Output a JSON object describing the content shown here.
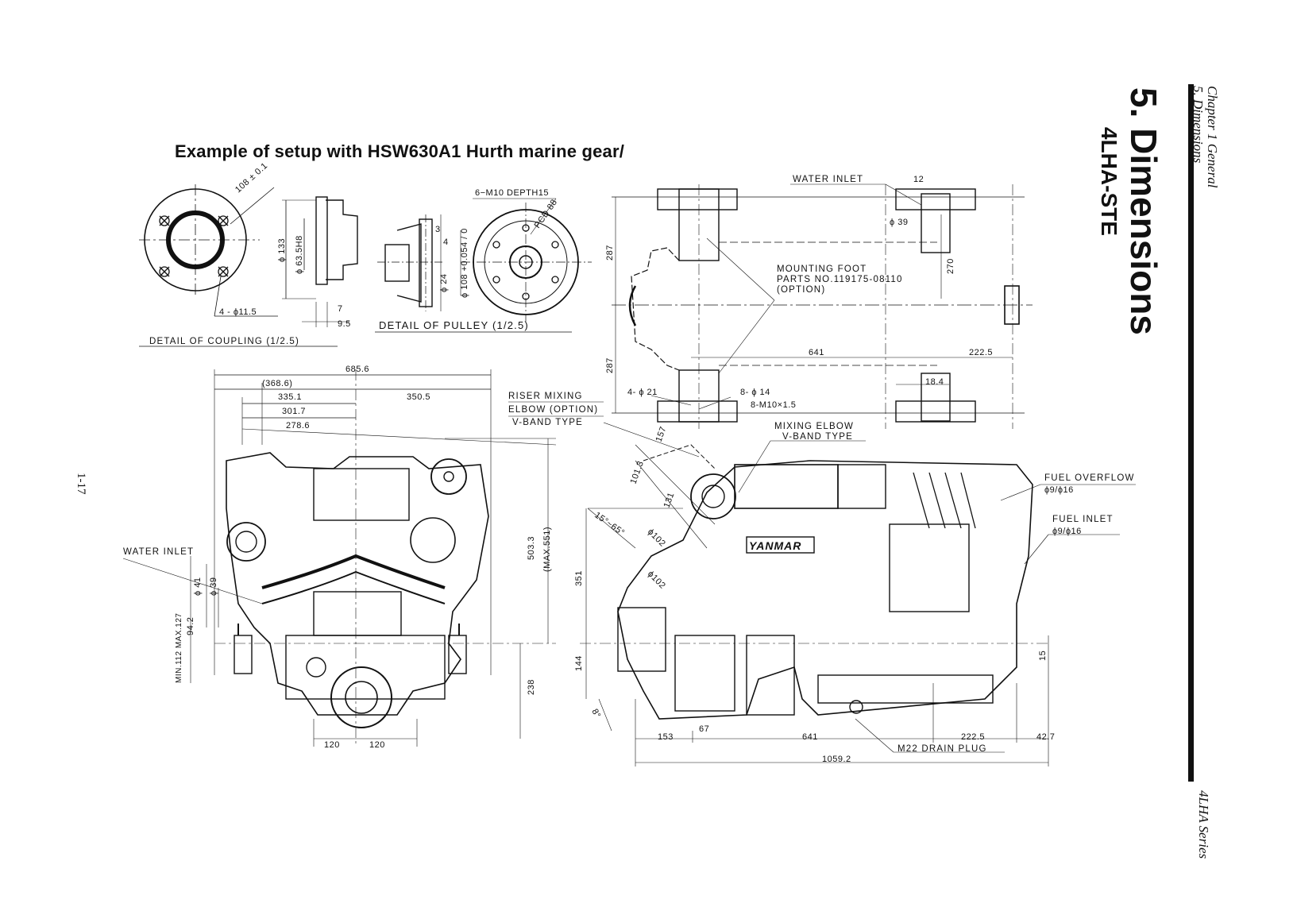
{
  "page": {
    "title": "Example of setup with HSW630A1 Hurth marine gear/",
    "section_title": "5. Dimensions",
    "model": "4LHA-STE",
    "chapter": "Chapter 1 General",
    "subsection": "5. Dimensions",
    "series": "4LHA Series",
    "page_number": "1-17"
  },
  "coupling_detail": {
    "caption": "DETAIL OF COUPLING (1/2.5)",
    "bolt_circle": "108 ± 0.1",
    "holes": "4 - ϕ11.5",
    "dia_outer": "ϕ 133",
    "dia_spigot": "ϕ 63.5H8",
    "depth": "7",
    "thick": "9.5"
  },
  "pulley_detail": {
    "caption": "DETAIL OF PULLEY (1/2.5)",
    "tapped": "6−M10 DEPTH15",
    "pcd": "PCD 88",
    "dim_3": "3",
    "dim_4": "4",
    "dia_24": "ϕ 24",
    "dia_108": "ϕ 108 +0.054 / 0"
  },
  "top_view": {
    "water_inlet": "WATER INLET",
    "dim_12": "12",
    "dia_39": "ϕ 39",
    "dim_287_top": "287",
    "dim_287_bottom": "287",
    "dim_270": "270",
    "mounting_foot": "MOUNTING FOOT",
    "parts_no": "PARTS NO.119175-08110",
    "option": "(OPTION)",
    "dim_641": "641",
    "dim_2225": "222.5",
    "dim_184": "18.4",
    "holes_21": "4- ϕ 21",
    "holes_14": "8- ϕ 14",
    "holes_m10": "8-M10×1.5"
  },
  "front_view": {
    "overall": "685.6",
    "d_3686": "(368.6)",
    "d_3351": "335.1",
    "d_3505": "350.5",
    "d_3017": "301.7",
    "d_2786": "278.6",
    "water_inlet": "WATER INLET",
    "dia_41": "ϕ 41",
    "dia_39": "ϕ 39",
    "d_942": "94.2",
    "min_max": "MIN.112 MAX.127",
    "d_5033": "503.3",
    "max_551": "(MAX.551)",
    "d_238": "238",
    "d_120a": "120",
    "d_120b": "120"
  },
  "side_view": {
    "riser_1": "RISER MIXING",
    "riser_2": "ELBOW (OPTION)",
    "riser_3": "V-BAND TYPE",
    "mixing_1": "MIXING ELBOW",
    "mixing_2": "V-BAND TYPE",
    "fuel_overflow": "FUEL OVERFLOW",
    "fuel_overflow_dia": "ϕ9/ϕ16",
    "fuel_inlet": "FUEL INLET",
    "fuel_inlet_dia": "ϕ9/ϕ16",
    "d_157": "157",
    "d_1013": "101.3",
    "d_131": "131",
    "angle": "15°~65°",
    "dia_102a": "ϕ102",
    "dia_102b": "ϕ102",
    "d_351": "351",
    "d_144": "144",
    "tilt": "8°",
    "brand": "YANMAR",
    "d_15": "15",
    "d_153": "153",
    "d_67": "67",
    "d_641": "641",
    "d_2225": "222.5",
    "d_427": "42.7",
    "total": "1059.2",
    "drain": "M22 DRAIN PLUG"
  },
  "colors": {
    "ink": "#111111",
    "paper": "#ffffff"
  }
}
